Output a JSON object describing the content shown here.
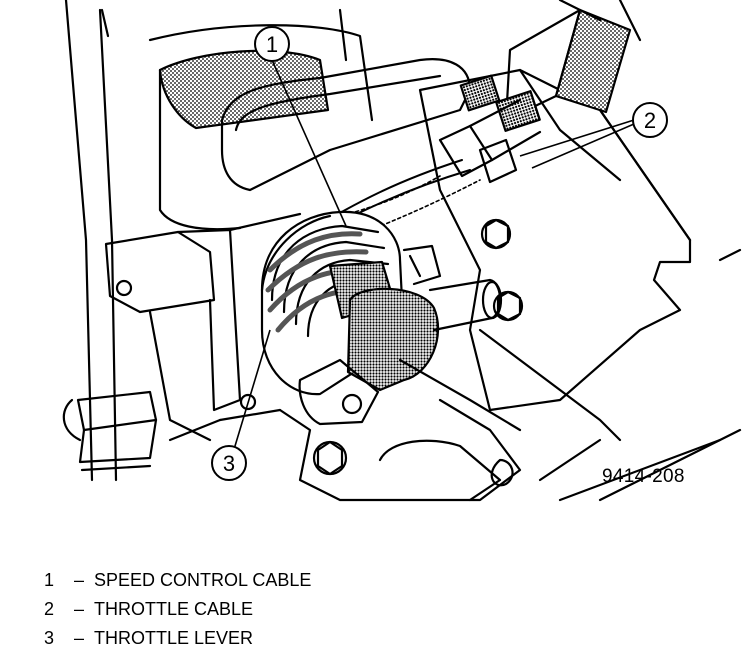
{
  "figure": {
    "id_label": "9414-208",
    "callouts": [
      {
        "num": "1"
      },
      {
        "num": "2"
      },
      {
        "num": "3"
      }
    ]
  },
  "legend": [
    {
      "num": "1",
      "dash": "–",
      "text": "SPEED CONTROL CABLE"
    },
    {
      "num": "2",
      "dash": "–",
      "text": "THROTTLE CABLE"
    },
    {
      "num": "3",
      "dash": "–",
      "text": "THROTTLE LEVER"
    }
  ]
}
